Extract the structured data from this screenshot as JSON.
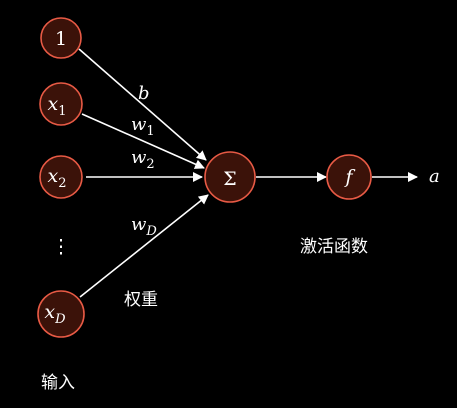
{
  "inputs": {
    "bias": "1",
    "x1": {
      "base": "x",
      "sub": "1"
    },
    "x2": {
      "base": "x",
      "sub": "2"
    },
    "xD": {
      "base": "x",
      "sub": "D"
    },
    "ellipsis": "⋮"
  },
  "weights": {
    "b": "b",
    "w1": {
      "base": "w",
      "sub": "1"
    },
    "w2": {
      "base": "w",
      "sub": "2"
    },
    "wD": {
      "base": "w",
      "sub": "D"
    }
  },
  "sum_node": "Σ",
  "activation_node": "f",
  "output": "a",
  "labels": {
    "activation_function": "激活函数",
    "weights": "权重",
    "inputs": "输入"
  },
  "colors": {
    "background": "#000000",
    "node_fill": "#3b1209",
    "node_stroke": "#e85a45",
    "edge": "#ffffff",
    "text": "#ffffff"
  }
}
